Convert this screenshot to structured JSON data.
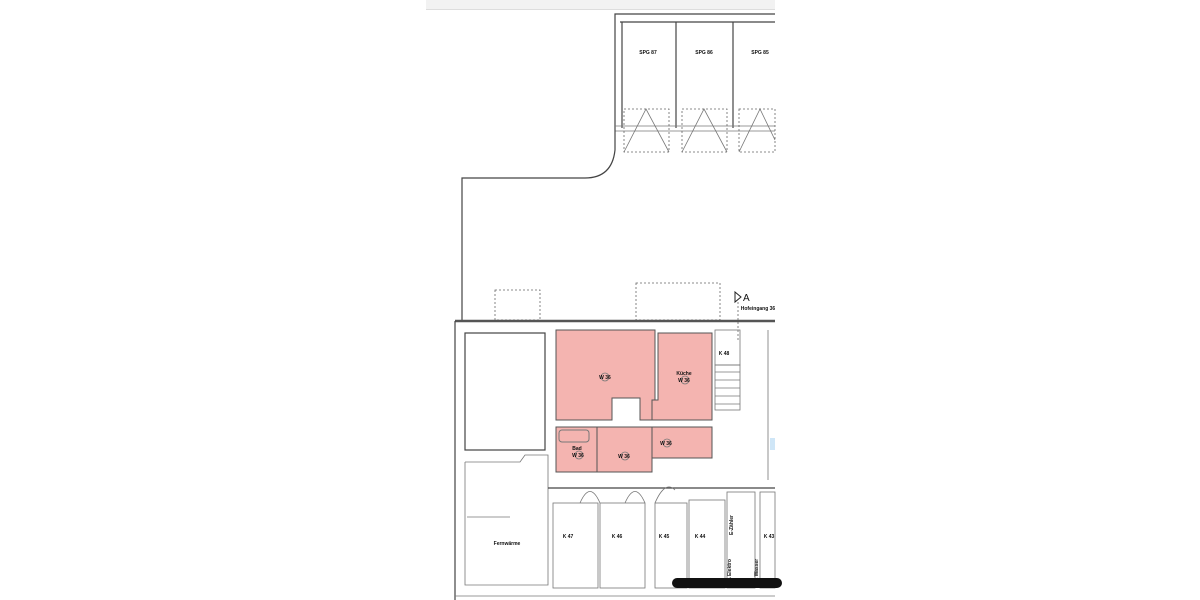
{
  "plan": {
    "section_marker": "A",
    "entrance_label": "Hofeingang 36",
    "garages": [
      "SPG 87",
      "SPG 86",
      "SPG 85"
    ],
    "apartment": {
      "highlight_color": "#f4b4b0",
      "rooms": [
        {
          "name": "",
          "unit": "W 36"
        },
        {
          "name": "Küche",
          "unit": "W 36"
        },
        {
          "name": "Bad",
          "unit": "W 36"
        },
        {
          "name": "",
          "unit": "W 36"
        },
        {
          "name": "",
          "unit": "W 36"
        }
      ]
    },
    "stair_cellar": "K 48",
    "cellars": [
      "K 47",
      "K 46",
      "K 45",
      "K 44",
      "K 43"
    ],
    "utility_room": "Fernwärme",
    "meter_labels": [
      "E-Zähler",
      "A Elektro",
      "A Wasser"
    ]
  }
}
